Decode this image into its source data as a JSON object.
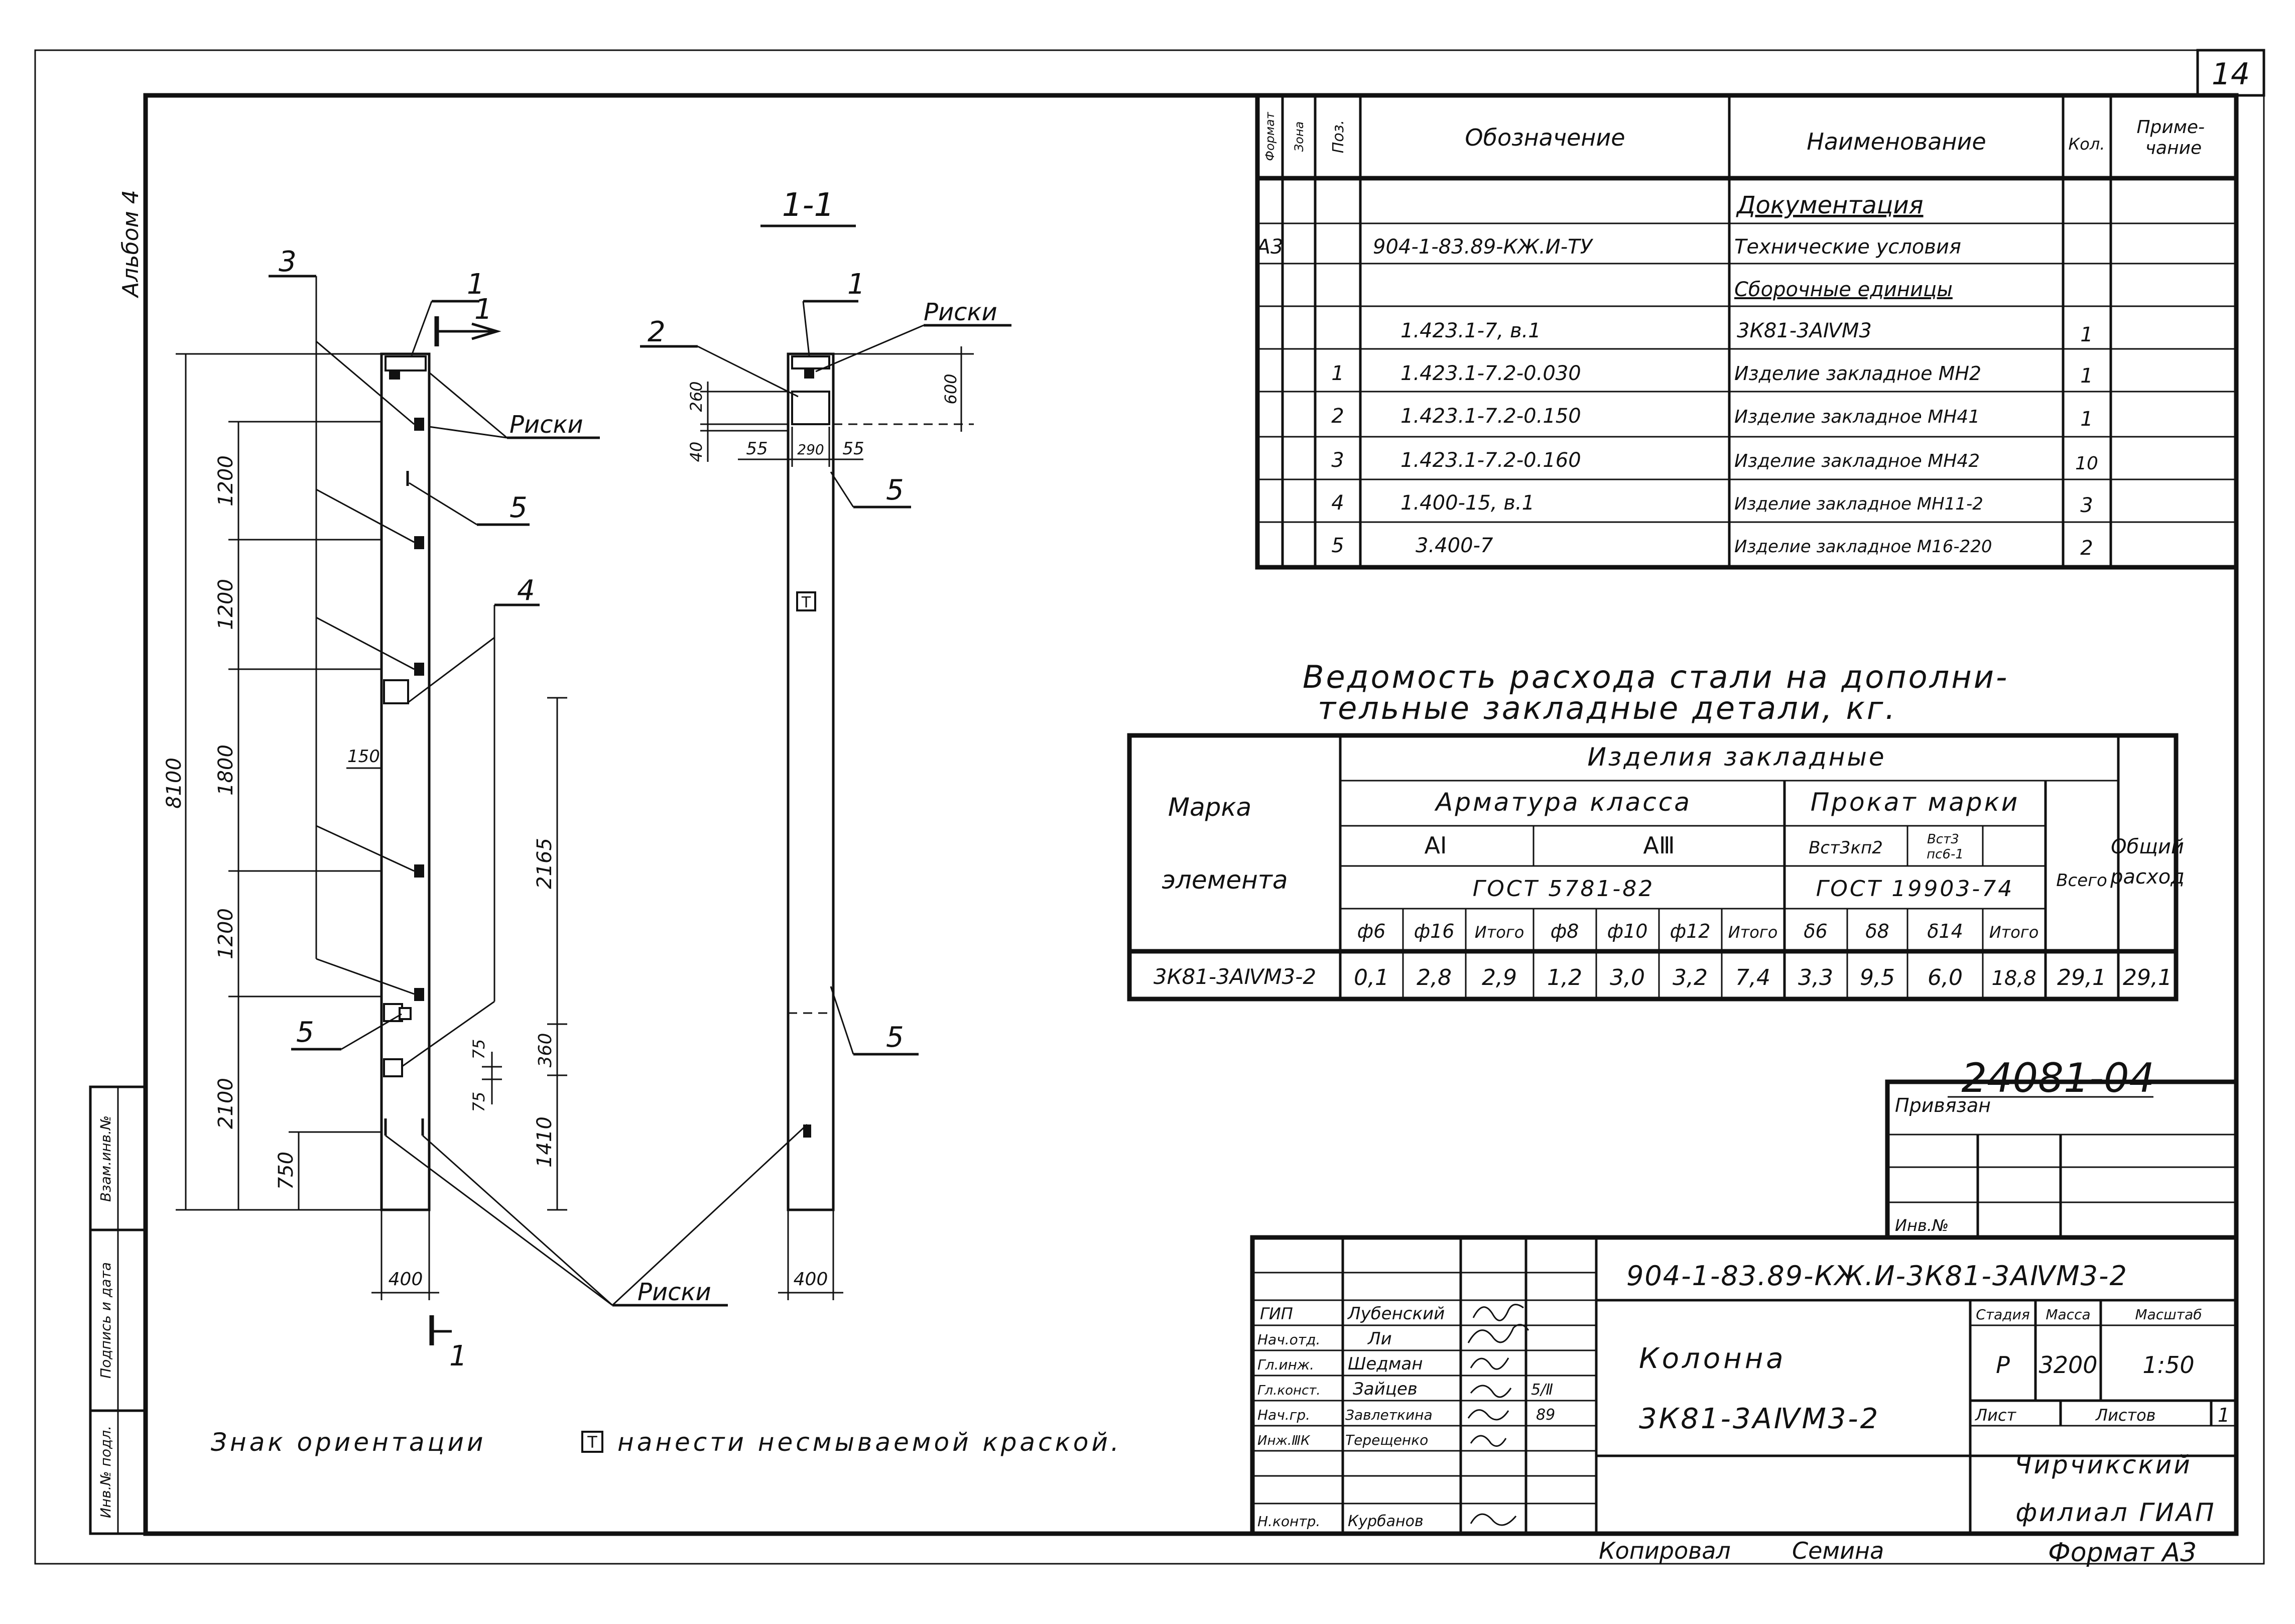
{
  "sheet": {
    "number": "14",
    "album": "Альбом 4",
    "code_stamp": "24081-04",
    "copied_by": "Копировал",
    "copier": "Семина",
    "format": "Формат А3"
  },
  "left_strip": {
    "cells": [
      "Инв.№ подл.",
      "Подпись и дата",
      "Взам.инв.№"
    ]
  },
  "views": {
    "section_label": "1-1",
    "section_mark": "1",
    "leaders": {
      "pos1": "1",
      "pos2": "2",
      "pos3": "3",
      "pos4": "4",
      "pos5": "5",
      "riski": "Риски",
      "t_mark": "Т"
    },
    "dims_left": {
      "total": "8100",
      "segments": [
        "1200",
        "1200",
        "1800",
        "1200",
        "2100"
      ],
      "d750": "750",
      "d150": "150",
      "d2165": "2165",
      "d75a": "75",
      "d75b": "75",
      "d360": "360",
      "d1410": "1410",
      "width": "400"
    },
    "dims_section": {
      "d260": "260",
      "d40": "40",
      "d600": "600",
      "d55a": "55",
      "d290": "290",
      "d55b": "55",
      "width": "400"
    },
    "note": {
      "before": "Знак ориентации",
      "mark": "Т",
      "after": "нанести несмываемой краской."
    }
  },
  "spec": {
    "headers": {
      "format": "Формат",
      "zone": "Зона",
      "pos": "Поз.",
      "designation": "Обозначение",
      "name": "Наименование",
      "qty": "Кол.",
      "note": "Приме-\nчание"
    },
    "rows": [
      {
        "format": "",
        "pos": "",
        "designation": "",
        "name": "Документация",
        "qty": "",
        "section": true
      },
      {
        "format": "А3",
        "pos": "",
        "designation": "904-1-83.89-КЖ.И-ТУ",
        "name": "Технические условия",
        "qty": "",
        "section": false
      },
      {
        "format": "",
        "pos": "",
        "designation": "",
        "name": "Сборочные единицы",
        "qty": "",
        "section": true
      },
      {
        "format": "",
        "pos": "",
        "designation": "1.423.1-7, в.1",
        "name": "3К81-3АⅣМ3",
        "qty": "1",
        "section": false
      },
      {
        "format": "",
        "pos": "1",
        "designation": "1.423.1-7.2-0.030",
        "name": "Изделие закладное МН2",
        "qty": "1",
        "section": false
      },
      {
        "format": "",
        "pos": "2",
        "designation": "1.423.1-7.2-0.150",
        "name": "Изделие закладное МН41",
        "qty": "1",
        "section": false
      },
      {
        "format": "",
        "pos": "3",
        "designation": "1.423.1-7.2-0.160",
        "name": "Изделие закладное МН42",
        "qty": "10",
        "section": false
      },
      {
        "format": "",
        "pos": "4",
        "designation": "1.400-15, в.1",
        "name": "Изделие закладное МН11-2",
        "qty": "3",
        "section": false
      },
      {
        "format": "",
        "pos": "5",
        "designation": "3.400-7",
        "name": "Изделие закладное М16-220",
        "qty": "2",
        "section": false
      }
    ]
  },
  "steel": {
    "title_line1": "Ведомость расхода стали на дополни-",
    "title_line2": "тельные закладные детали, кг.",
    "h_mark_line1": "Марка",
    "h_mark_line2": "элемента",
    "h_izdelia": "Изделия закладные",
    "h_armatura": "Арматура класса",
    "h_prokat": "Прокат марки",
    "h_ai": "АⅠ",
    "h_aiii": "АⅢ",
    "h_gost1": "ГОСТ 5781-82",
    "h_vst3kp2": "Вст3кп2",
    "h_vst3ps6": "Вст3\nпс6-1",
    "h_gost2": "ГОСТ 19903-74",
    "h_vsego": "Всего",
    "h_obshiy_line1": "Общий",
    "h_obshiy_line2": "расход",
    "sub": [
      "ф6",
      "ф16",
      "Итого",
      "ф8",
      "ф10",
      "ф12",
      "Итого",
      "δ6",
      "δ8",
      "δ14",
      "Итого"
    ],
    "row": {
      "mark": "3К81-3АⅣМ3-2",
      "values": [
        "0,1",
        "2,8",
        "2,9",
        "1,2",
        "3,0",
        "3,2",
        "7,4",
        "3,3",
        "9,5",
        "6,0",
        "18,8",
        "29,1",
        "29,1"
      ]
    }
  },
  "privyazan": {
    "label": "Привязан",
    "inv": "Инв.№"
  },
  "title_block": {
    "code": "904-1-83.89-КЖ.И-3К81-3АⅣМ3-2",
    "title_line1": "Колонна",
    "title_line2": "3К81-3АⅣМ3-2",
    "people": [
      {
        "role": "ГИП",
        "name": "Лубенский"
      },
      {
        "role": "Нач.отд.",
        "name": "Ли"
      },
      {
        "role": "Гл.инж.",
        "name": "Шедман"
      },
      {
        "role": "Гл.конст.",
        "name": "Зайцев"
      },
      {
        "role": "Нач.гр.",
        "name": "Завлеткина"
      },
      {
        "role": "Инж.ⅢК",
        "name": "Терещенко"
      },
      {
        "role": "Н.контр.",
        "name": "Курбанов"
      }
    ],
    "date_a": "5/Ⅱ",
    "date_b": "89",
    "stage_h": "Стадия",
    "mass_h": "Масса",
    "scale_h": "Масштаб",
    "stage": "Р",
    "mass": "3200",
    "scale": "1:50",
    "sheet_h": "Лист",
    "sheets_h": "Листов",
    "sheets": "1",
    "org_line1": "Чирчикский",
    "org_line2": "филиал ГИАП"
  }
}
